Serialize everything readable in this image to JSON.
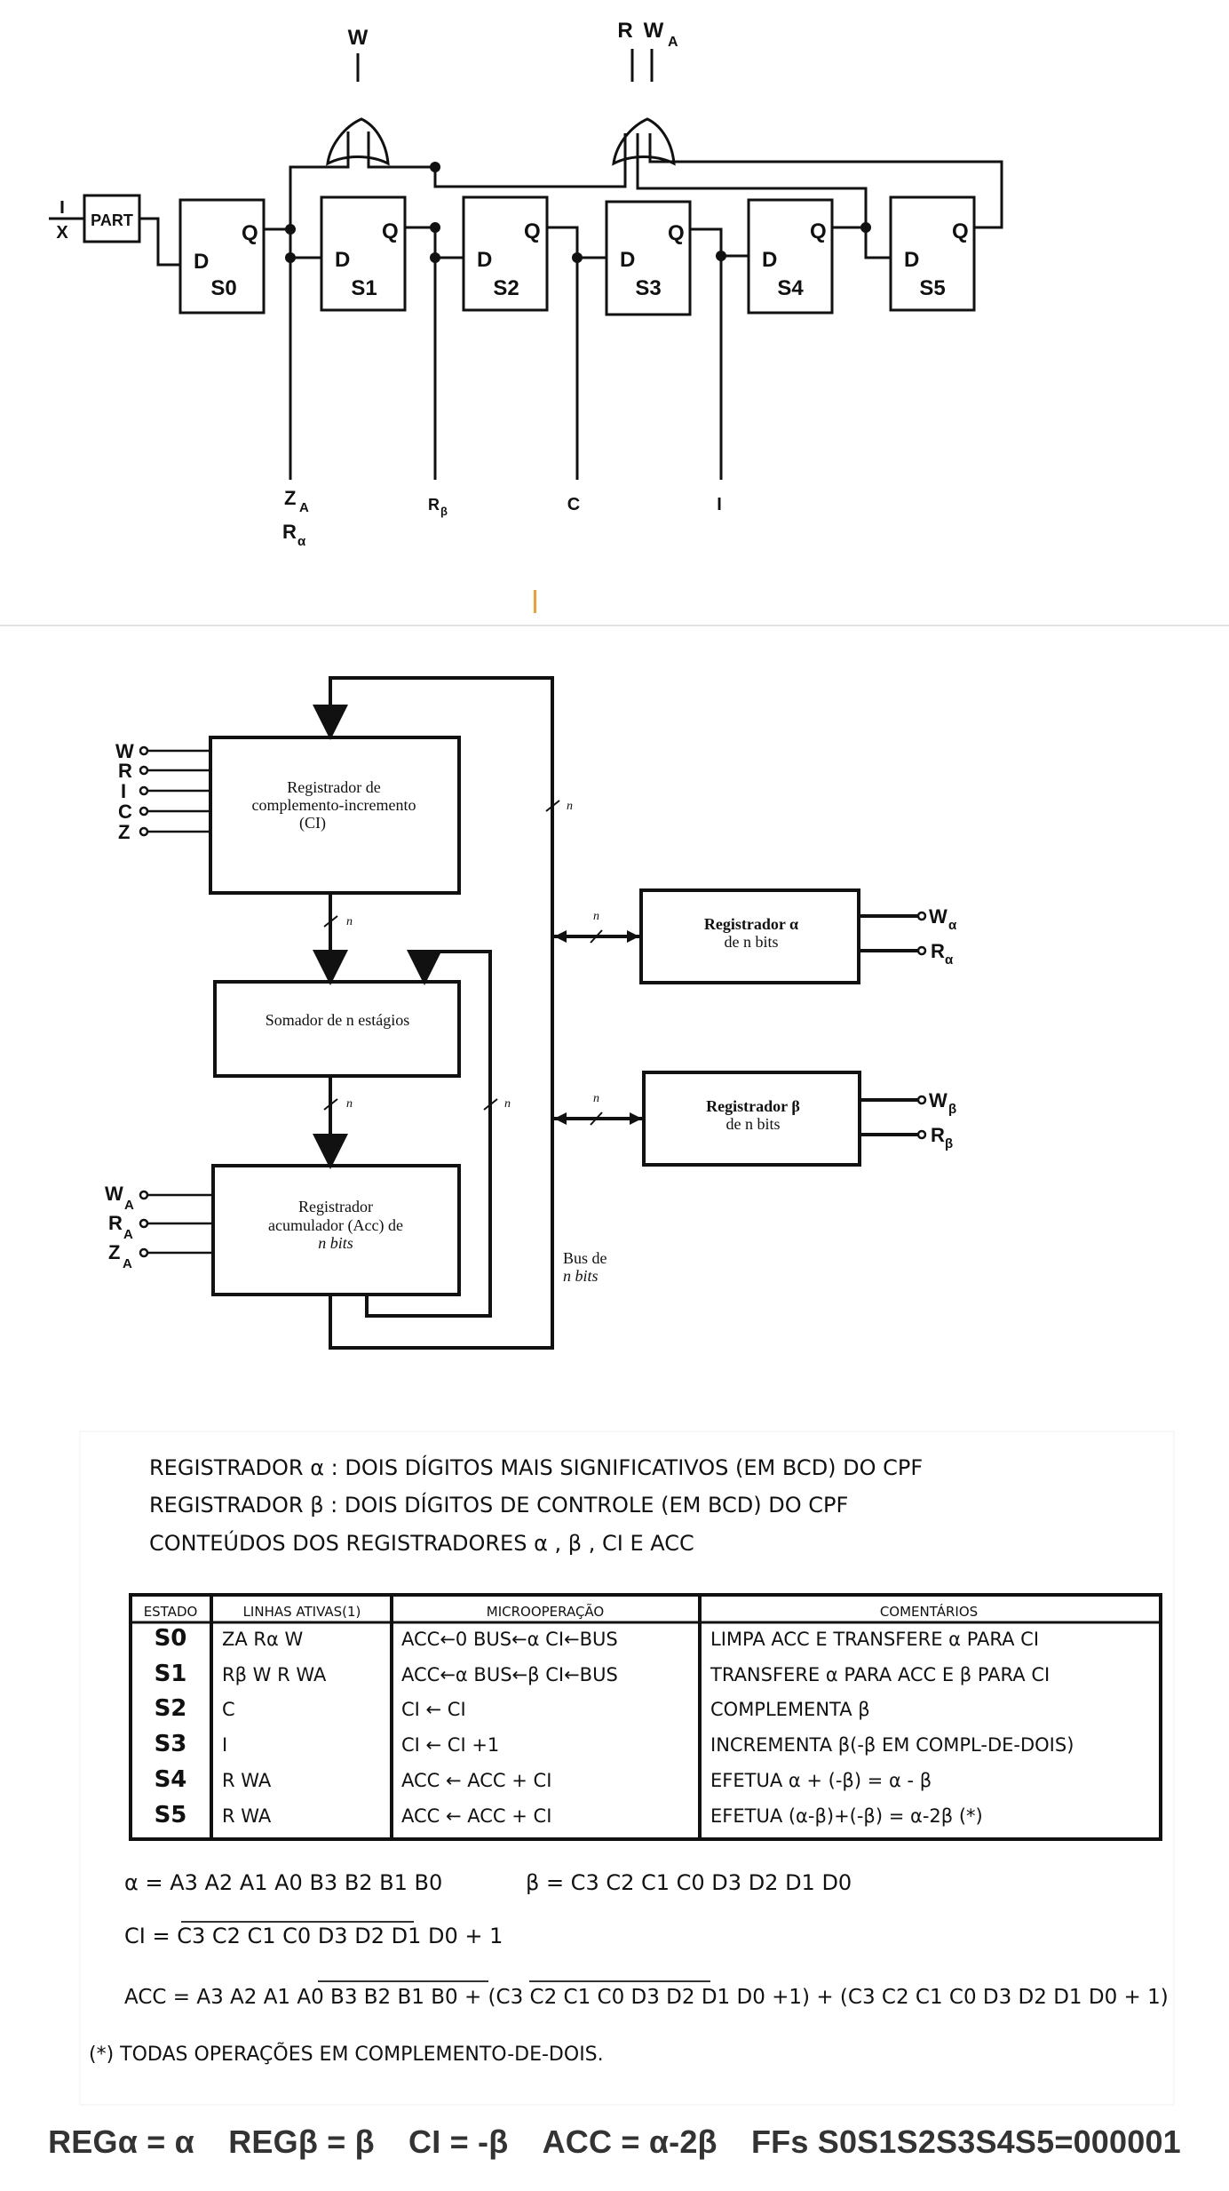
{
  "fig1": {
    "part_label": "PART",
    "input_label": "X",
    "ff_names": [
      "S0",
      "S1",
      "S2",
      "S3",
      "S4",
      "S5"
    ],
    "d_label": "D",
    "q_label": "Q",
    "or1_out": "W",
    "or2_out_r": "R",
    "or2_out_wa": "W",
    "or2_out_wa_sub": "A",
    "lines": [
      {
        "main": "Z",
        "sub": "A",
        "main2": "R",
        "sub2": "α"
      },
      {
        "main": "R",
        "sub": "β"
      },
      {
        "main": "C"
      },
      {
        "main": "I"
      }
    ]
  },
  "fig2": {
    "ci_reg": [
      "Registrador de",
      "complemento-incremento",
      "(CI)"
    ],
    "ci_inputs": [
      "W",
      "R",
      "I",
      "C",
      "Z"
    ],
    "adder": "Somador de n estágios",
    "acc_reg": [
      "Registrador",
      "acumulador (Acc) de",
      "n bits"
    ],
    "acc_inputs": [
      {
        "m": "W",
        "s": "A"
      },
      {
        "m": "R",
        "s": "A"
      },
      {
        "m": "Z",
        "s": "A"
      }
    ],
    "alpha_reg": [
      "Registrador α",
      "de n bits"
    ],
    "alpha_outputs": [
      {
        "m": "W",
        "s": "α"
      },
      {
        "m": "R",
        "s": "α"
      }
    ],
    "beta_reg": [
      "Registrador β",
      "de n bits"
    ],
    "beta_outputs": [
      {
        "m": "W",
        "s": "β"
      },
      {
        "m": "R",
        "s": "β"
      }
    ],
    "bus": [
      "Bus de",
      "n bits"
    ],
    "n": "n"
  },
  "fig3": {
    "notes": [
      "REGISTRADOR α :  DOIS DÍGITOS MAIS SIGNIFICATIVOS (EM BCD) DO CPF",
      "REGISTRADOR β :  DOIS DÍGITOS DE CONTROLE (EM BCD) DO CPF",
      "CONTEÚDOS  DOS  REGISTRADORES  α , β , CI  E  ACC"
    ],
    "table_headers": [
      "ESTADO",
      "LINHAS ATIVAS(1)",
      "MICROOPERAÇÃO",
      "COMENTÁRIOS"
    ],
    "table_rows": [
      [
        "S0",
        "ZA Rα W",
        "ACC←0  BUS←α  CI←BUS",
        "LIMPA ACC E TRANSFERE α PARA CI"
      ],
      [
        "S1",
        "Rβ W R WA",
        "ACC←α  BUS←β  CI←BUS",
        "TRANSFERE α PARA ACC E β PARA CI"
      ],
      [
        "S2",
        "C",
        "CI ← CI",
        "COMPLEMENTA β"
      ],
      [
        "S3",
        "I",
        "CI ← CI +1",
        "INCREMENTA β(-β EM COMPL-DE-DOIS)"
      ],
      [
        "S4",
        "R  WA",
        "ACC ← ACC + CI",
        "EFETUA  α + (-β) = α - β"
      ],
      [
        "S5",
        "R  WA",
        "ACC ← ACC + CI",
        "EFETUA (α-β)+(-β) = α-2β (*)"
      ]
    ],
    "eq_alpha": "α = A3 A2 A1 A0 B3 B2 B1 B0",
    "eq_beta": "β = C3 C2 C1 C0 D3 D2 D1 D0",
    "eq_ci": "CI = C3 C2 C1 C0 D3 D2 D1 D0 + 1",
    "eq_acc": "ACC = A3 A2 A1 A0 B3 B2 B1 B0 + (C3 C2 C1 C0 D3 D2 D1 D0 +1) + (C3 C2 C1 C0 D3 D2 D1 D0 + 1)",
    "footnote": "(*) TODAS OPERAÇÕES EM COMPLEMENTO-DE-DOIS."
  },
  "summary": [
    "REGα = α",
    "REGβ = β",
    "CI = -β",
    "ACC = α-2β",
    "FFs S0S1S2S3S4S5=000001"
  ]
}
